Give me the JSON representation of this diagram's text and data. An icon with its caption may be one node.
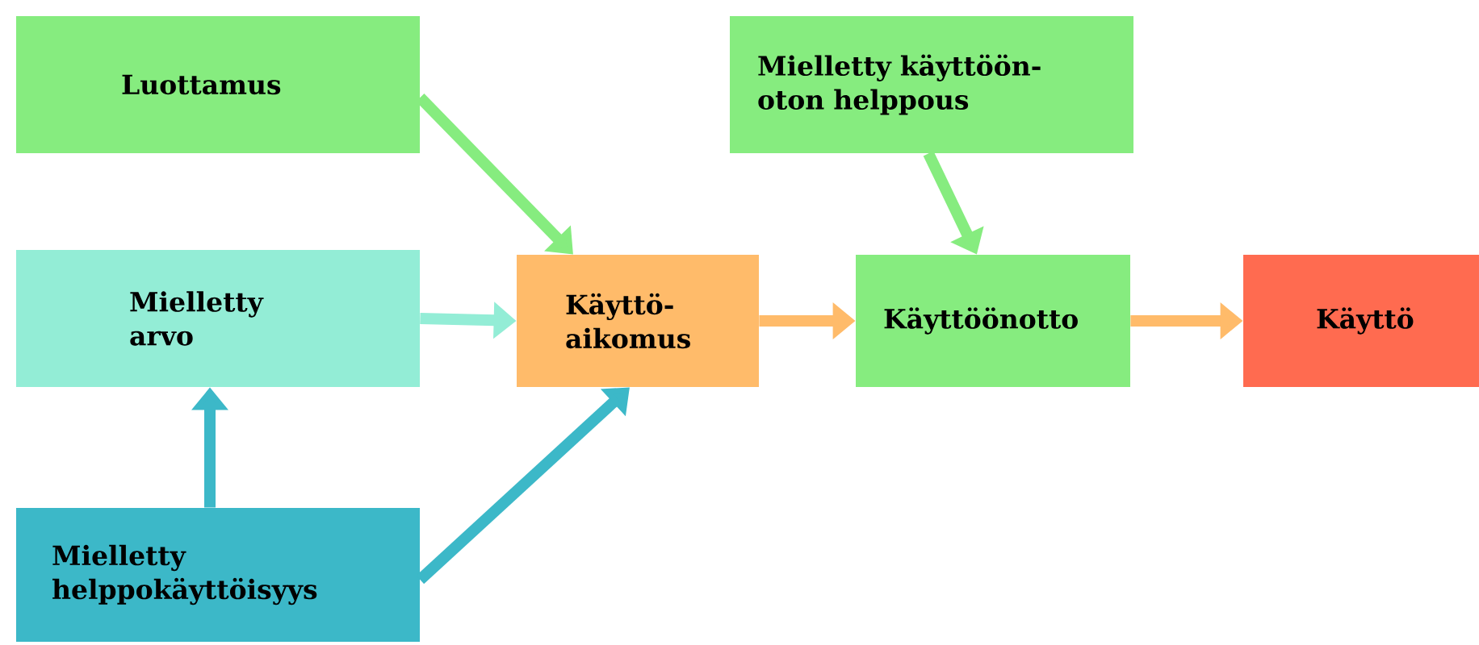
{
  "diagram": {
    "nodes": [
      {
        "text": [
          "Luottamus"
        ]
      },
      {
        "text": [
          "Mielletty arvo"
        ]
      },
      {
        "text": [
          "Mielletty helppokäyttöisyys"
        ]
      },
      {
        "text": [
          "Käyttö-aikomus"
        ]
      },
      {
        "text": [
          "Mielletty käyttöön-oton helppous"
        ]
      },
      {
        "text": [
          "Käyttöönotto"
        ]
      },
      {
        "text": [
          "Käyttö"
        ]
      }
    ],
    "edges": [
      {
        "from": 0,
        "to": 3,
        "arrow": "to",
        "color": "#86ec7f"
      },
      {
        "from": 1,
        "to": 3,
        "arrow": "to",
        "color": "#93edd6"
      },
      {
        "from": 2,
        "to": 1,
        "arrow": "to",
        "color": "#3cb8c8"
      },
      {
        "from": 2,
        "to": 3,
        "arrow": "to",
        "color": "#3cb8c8"
      },
      {
        "from": 3,
        "to": 5,
        "arrow": "to",
        "color": "#ffbb6a"
      },
      {
        "from": 4,
        "to": 5,
        "arrow": "to",
        "color": "#86ec7f"
      },
      {
        "from": 5,
        "to": 6,
        "arrow": "to",
        "color": "#ffbb6a"
      }
    ]
  }
}
